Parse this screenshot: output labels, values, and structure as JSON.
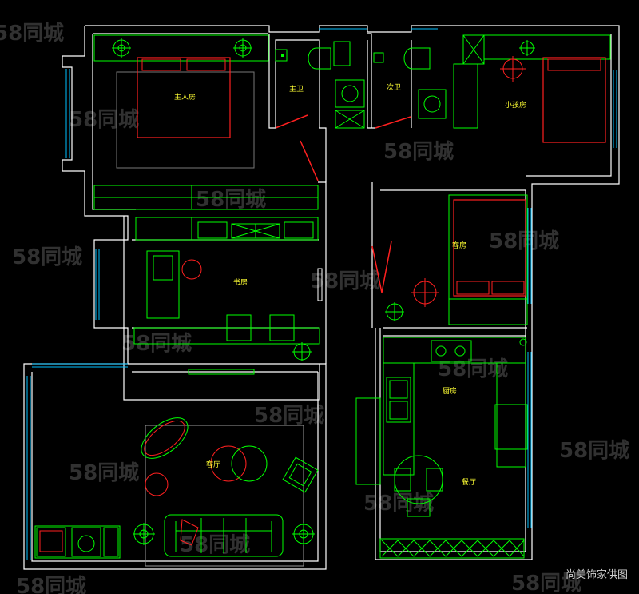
{
  "rooms": {
    "master_bedroom": "主人房",
    "master_bath": "主卫",
    "second_bath": "次卫",
    "kids_room": "小孩房",
    "study": "书房",
    "guest_room": "客房",
    "kitchen": "厨房",
    "living_room": "客厅",
    "dining_room": "餐厅"
  },
  "watermark": "58同城",
  "credit": "尚美饰家供图",
  "colors": {
    "wall": "#ffffff",
    "furniture": "#00ff00",
    "fixture": "#ff2020",
    "window": "#00bfff",
    "text": "#ffff33"
  }
}
